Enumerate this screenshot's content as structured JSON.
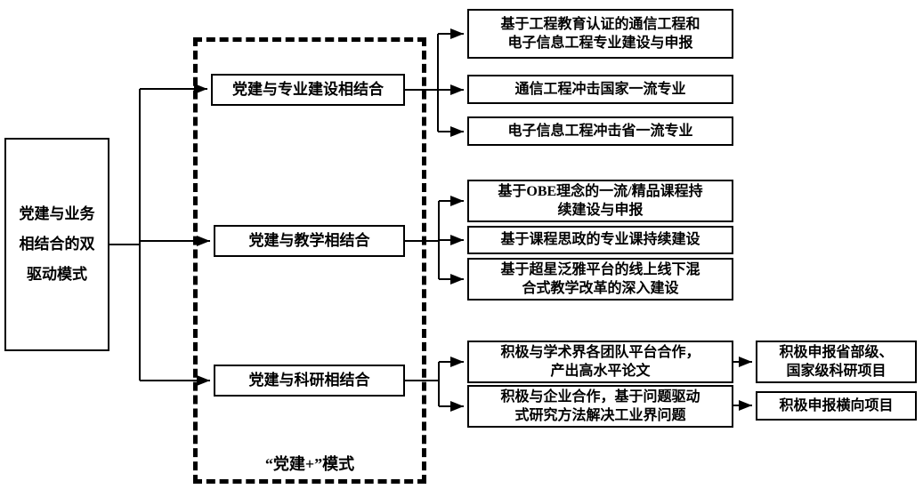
{
  "colors": {
    "line": "#000000",
    "box_border": "#000000",
    "box_fill": "#ffffff",
    "text": "#000000"
  },
  "root_box": {
    "label": "党建与业务\n相结合的双\n驱动模式"
  },
  "group": {
    "caption": "“党建+”模式",
    "branches": [
      {
        "label": "党建与专业建设相结合"
      },
      {
        "label": "党建与教学相结合"
      },
      {
        "label": "党建与科研相结合"
      }
    ]
  },
  "outcomes": {
    "professional": [
      "基于工程教育认证的通信工程和\n电子信息工程专业建设与申报",
      "通信工程冲击国家一流专业",
      "电子信息工程冲击省一流专业"
    ],
    "teaching": [
      "基于OBE理念的一流/精品课程持\n续建设与申报",
      "基于课程思政的专业课持续建设",
      "基于超星泛雅平台的线上线下混\n合式教学改革的深入建设"
    ],
    "research": [
      "积极与学术界各团队平台合作，\n产出高水平论文",
      "积极与企业合作，基于问题驱动\n式研究方法解决工业界问题"
    ],
    "research_results": [
      "积极申报省部级、\n国家级科研项目",
      "积极申报横向项目"
    ]
  }
}
